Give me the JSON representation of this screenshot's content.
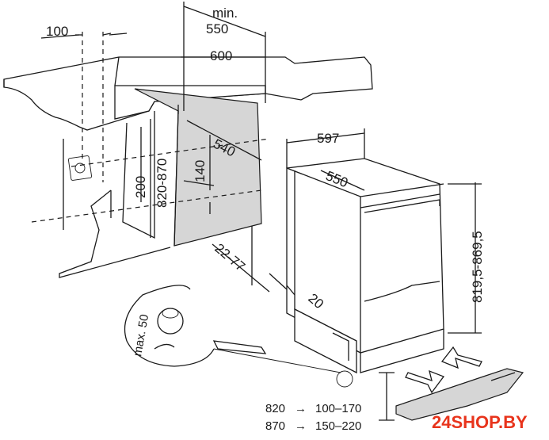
{
  "dimensions": {
    "min_label": "min.",
    "min_value": "550",
    "width_100": "100",
    "width_600": "600",
    "depth_540": "540",
    "height_140": "140",
    "height_200": "200",
    "height_range": "820-870",
    "depth_597": "597",
    "depth_550": "550",
    "gap_range": "22-77",
    "gap_20": "20",
    "appliance_height": "819,5-869,5",
    "foot_max": "max. 50"
  },
  "table": {
    "rows": [
      {
        "height": "820",
        "arrow": "→",
        "range": "100–170"
      },
      {
        "height": "870",
        "arrow": "→",
        "range": "150–220"
      }
    ]
  },
  "watermark": {
    "text": "24SHOP.BY",
    "color": "#e8341c"
  }
}
